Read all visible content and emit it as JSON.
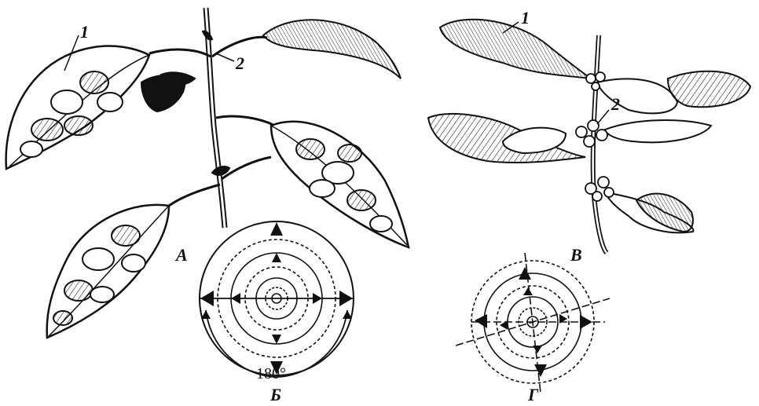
{
  "labels": {
    "panel_a": "A",
    "panel_b": "Б",
    "panel_v": "В",
    "panel_g": "Г",
    "a_leaf": "1",
    "a_stipule": "2",
    "v_leaf": "1",
    "v_stipule": "2",
    "angle": "180°"
  },
  "colors": {
    "ink": "#111111",
    "paper": "#ffffff"
  }
}
